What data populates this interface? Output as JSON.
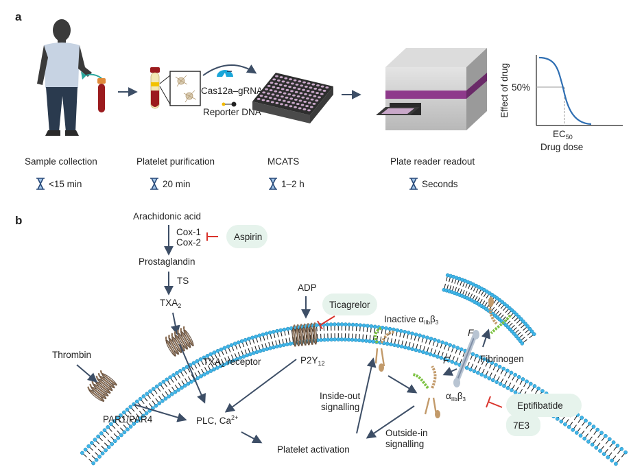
{
  "panels": {
    "a": "a",
    "b": "b"
  },
  "workflow": {
    "steps": [
      {
        "label": "Sample collection",
        "time": "<15 min"
      },
      {
        "label": "Platelet purification",
        "time": "20 min"
      },
      {
        "label": "MCATS",
        "time": "1–2 h"
      },
      {
        "label": "Plate reader readout",
        "time": "Seconds"
      }
    ],
    "cas_label": "Cas12a–gRNA",
    "reporter_label": "Reporter DNA"
  },
  "dose_curve": {
    "ylabel": "Effect of drug",
    "y_tick": "50%",
    "ec_main": "EC",
    "ec_sub": "50",
    "xlabel": "Drug dose"
  },
  "pathway": {
    "arachidonic": "Arachidonic acid",
    "cox1": "Cox-1",
    "cox2": "Cox-2",
    "aspirin": "Aspirin",
    "prostaglandin": "Prostaglandin",
    "ts": "TS",
    "txa2_main": "TXA",
    "txa2_sub": "2",
    "adp": "ADP",
    "ticagrelor": "Ticagrelor",
    "inactive_pre": "Inactive α",
    "integrin_sub": "IIb",
    "integrin_b": "β",
    "integrin_b_sub": "3",
    "alpha": "α",
    "thrombin": "Thrombin",
    "txa2_receptor_main": "TXA",
    "txa2_receptor_sub": "2",
    "txa2_receptor_rest": " receptor",
    "p2y_main": "P2Y",
    "p2y_sub": "12",
    "force": "F",
    "fibrinogen": "Fibrinogen",
    "par": "PAR1/PAR4",
    "plc_main": "PLC, Ca",
    "plc_sup": "2+",
    "inside_out_1": "Inside-out",
    "inside_out_2": "signalling",
    "outside_in_1": "Outside-in",
    "outside_in_2": "signalling",
    "platelet_activation": "Platelet activation",
    "eptifibatide": "Eptifibatide",
    "e7e3": "7E3"
  },
  "colors": {
    "arrow": "#3d4e66",
    "inhibit": "#d9332b",
    "pill": "#e6f3ec",
    "membrane_head": "#3fb5e8",
    "receptor": "#8b7058",
    "curve": "#2f6fb3",
    "blood": "#9b1b1e",
    "plate_well": "#c9a8c9",
    "reader_band": "#8e3a8b"
  }
}
